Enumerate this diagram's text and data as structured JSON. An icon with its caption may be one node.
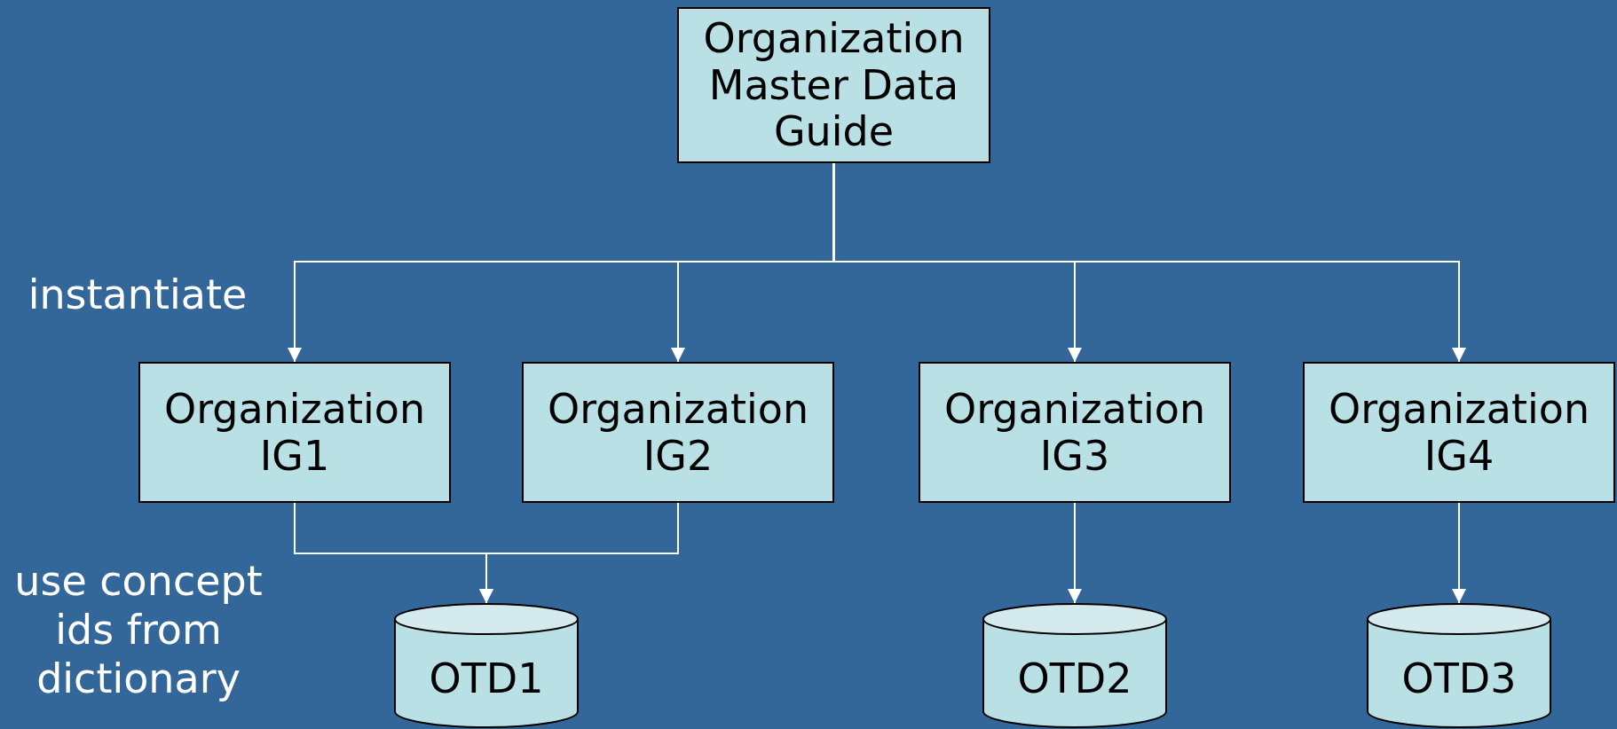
{
  "diagram": {
    "nodes": [
      {
        "text": [
          "Organization Master Data Guide"
        ]
      },
      {
        "text": [
          "Organization IG1"
        ]
      },
      {
        "text": [
          "Organization IG2"
        ]
      },
      {
        "text": [
          "Organization IG3"
        ]
      },
      {
        "text": [
          "Organization IG4"
        ]
      },
      {
        "text": [
          "OTD1"
        ]
      },
      {
        "text": [
          "OTD2"
        ]
      },
      {
        "text": [
          "OTD3"
        ]
      }
    ],
    "edges": [
      {
        "from": 0,
        "to": 1,
        "arrow": "to"
      },
      {
        "from": 0,
        "to": 2,
        "arrow": "to"
      },
      {
        "from": 0,
        "to": 3,
        "arrow": "to"
      },
      {
        "from": 0,
        "to": 4,
        "arrow": "to"
      },
      {
        "from": 1,
        "to": 5,
        "arrow": "to"
      },
      {
        "from": 2,
        "to": 5,
        "arrow": "to"
      },
      {
        "from": 3,
        "to": 6,
        "arrow": "to"
      },
      {
        "from": 4,
        "to": 7,
        "arrow": "to"
      }
    ],
    "labels": [
      "instantiate",
      "use concept ids from dictionary"
    ]
  }
}
